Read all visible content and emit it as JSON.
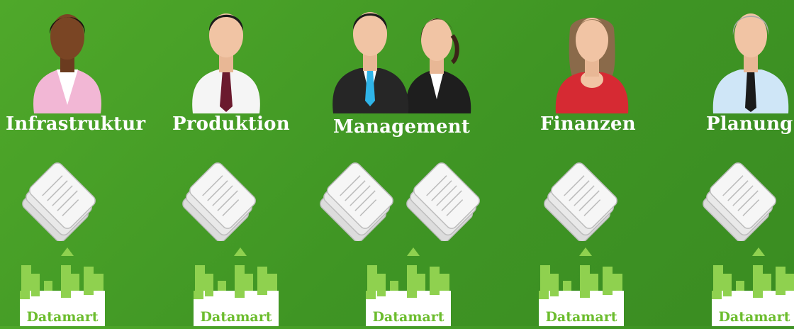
{
  "departments": [
    {
      "label": "Infrastruktur",
      "datamart_label": "Datamart"
    },
    {
      "label": "Produktion",
      "datamart_label": "Datamart"
    },
    {
      "label": "Management",
      "datamart_label": "Datamart"
    },
    {
      "label": "Finanzen",
      "datamart_label": "Datamart"
    },
    {
      "label": "Planung",
      "datamart_label": "Datamart"
    }
  ],
  "colors": {
    "background": "#45a027",
    "label_text": "#ffffff",
    "datamart_green": "#6cbd2e",
    "arrow": "#8fd14f"
  },
  "icons": [
    "person-avatar-icon",
    "document-stack-icon",
    "datamart-chart-icon",
    "up-arrow-icon"
  ]
}
